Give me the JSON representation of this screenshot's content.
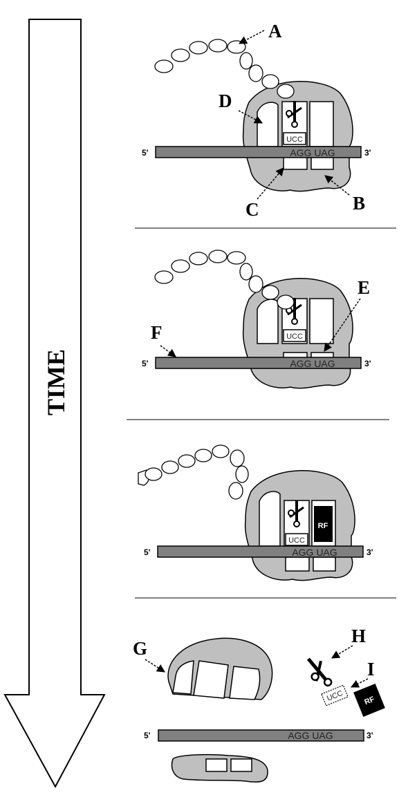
{
  "axis": {
    "label": "TIME"
  },
  "mrna": {
    "five_prime": "5'",
    "three_prime": "3'",
    "codons": "AGG UAG"
  },
  "trna": {
    "anticodon": "UCC"
  },
  "release_factor": {
    "label": "RF"
  },
  "labels": {
    "A": "A",
    "B": "B",
    "C": "C",
    "D": "D",
    "E": "E",
    "F": "F",
    "G": "G",
    "H": "H",
    "I": "I"
  }
}
